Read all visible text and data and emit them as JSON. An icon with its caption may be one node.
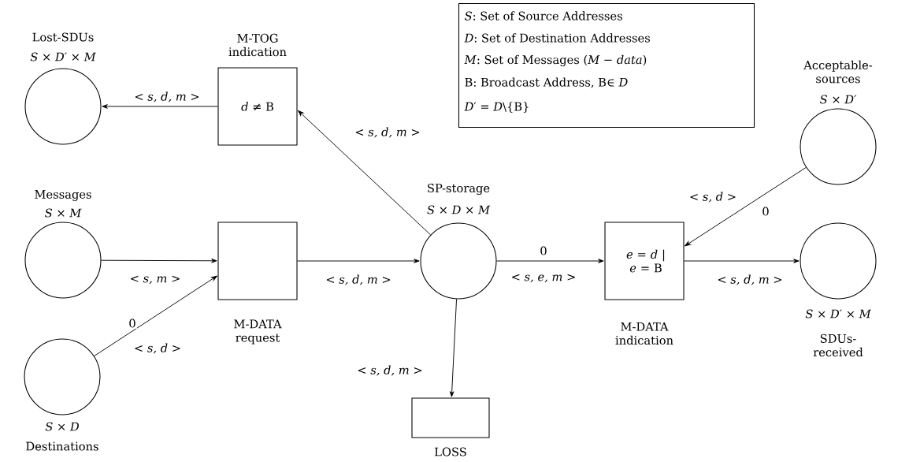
{
  "diagram": {
    "nodes": [
      {
        "text": [
          "Lost-SDUs",
          "S × D′ × M"
        ]
      },
      {
        "text": [
          "M-TOG indication",
          "*d* ≠ B"
        ]
      },
      {
        "text": [
          "Messages",
          "S × M"
        ]
      },
      {
        "text": [
          "M-DATA request"
        ]
      },
      {
        "text": [
          "S × D",
          "Destinations"
        ]
      },
      {
        "text": [
          "SP-storage",
          "S × D × M"
        ]
      },
      {
        "text": [
          "LOSS"
        ]
      },
      {
        "text": [
          "*S*: Set of Source Addresses",
          "*D*: Set of Destination Addresses",
          "*M*: Set of Messages (*M − data*)",
          "B: Broadcast Address, B∈ *D*",
          "*D*′ = *D*\\{B}"
        ]
      },
      {
        "text": [
          "*e* = *d* | *e* = B",
          "M-DATA indication"
        ]
      },
      {
        "text": [
          "Acceptable-sources",
          "S × D′"
        ]
      },
      {
        "text": [
          "S × D′ × M",
          "SDUs-received"
        ]
      }
    ],
    "edges": [
      {
        "from": 1,
        "to": 0,
        "arrow": "to",
        "label": "< s, d, m >"
      },
      {
        "from": 5,
        "to": 1,
        "arrow": "to",
        "label": "< s, d, m >"
      },
      {
        "from": 2,
        "to": 3,
        "arrow": "to",
        "label": "< s, m >"
      },
      {
        "from": 4,
        "to": 3,
        "arrow": "to",
        "label": "< s, d >"
      },
      {
        "from": 3,
        "to": 5,
        "arrow": "to",
        "label": "< s, d, m >"
      },
      {
        "from": 5,
        "to": 6,
        "arrow": "to",
        "label": "< s, d, m >"
      },
      {
        "from": 5,
        "to": 8,
        "arrow": "to",
        "label": "< s, e, m >"
      },
      {
        "from": 9,
        "to": 8,
        "arrow": "to",
        "label": "< s, d >"
      },
      {
        "from": 8,
        "to": 10,
        "arrow": "to",
        "label": "< s, d, m >"
      }
    ],
    "labels": [
      "0",
      "0",
      "0"
    ]
  }
}
